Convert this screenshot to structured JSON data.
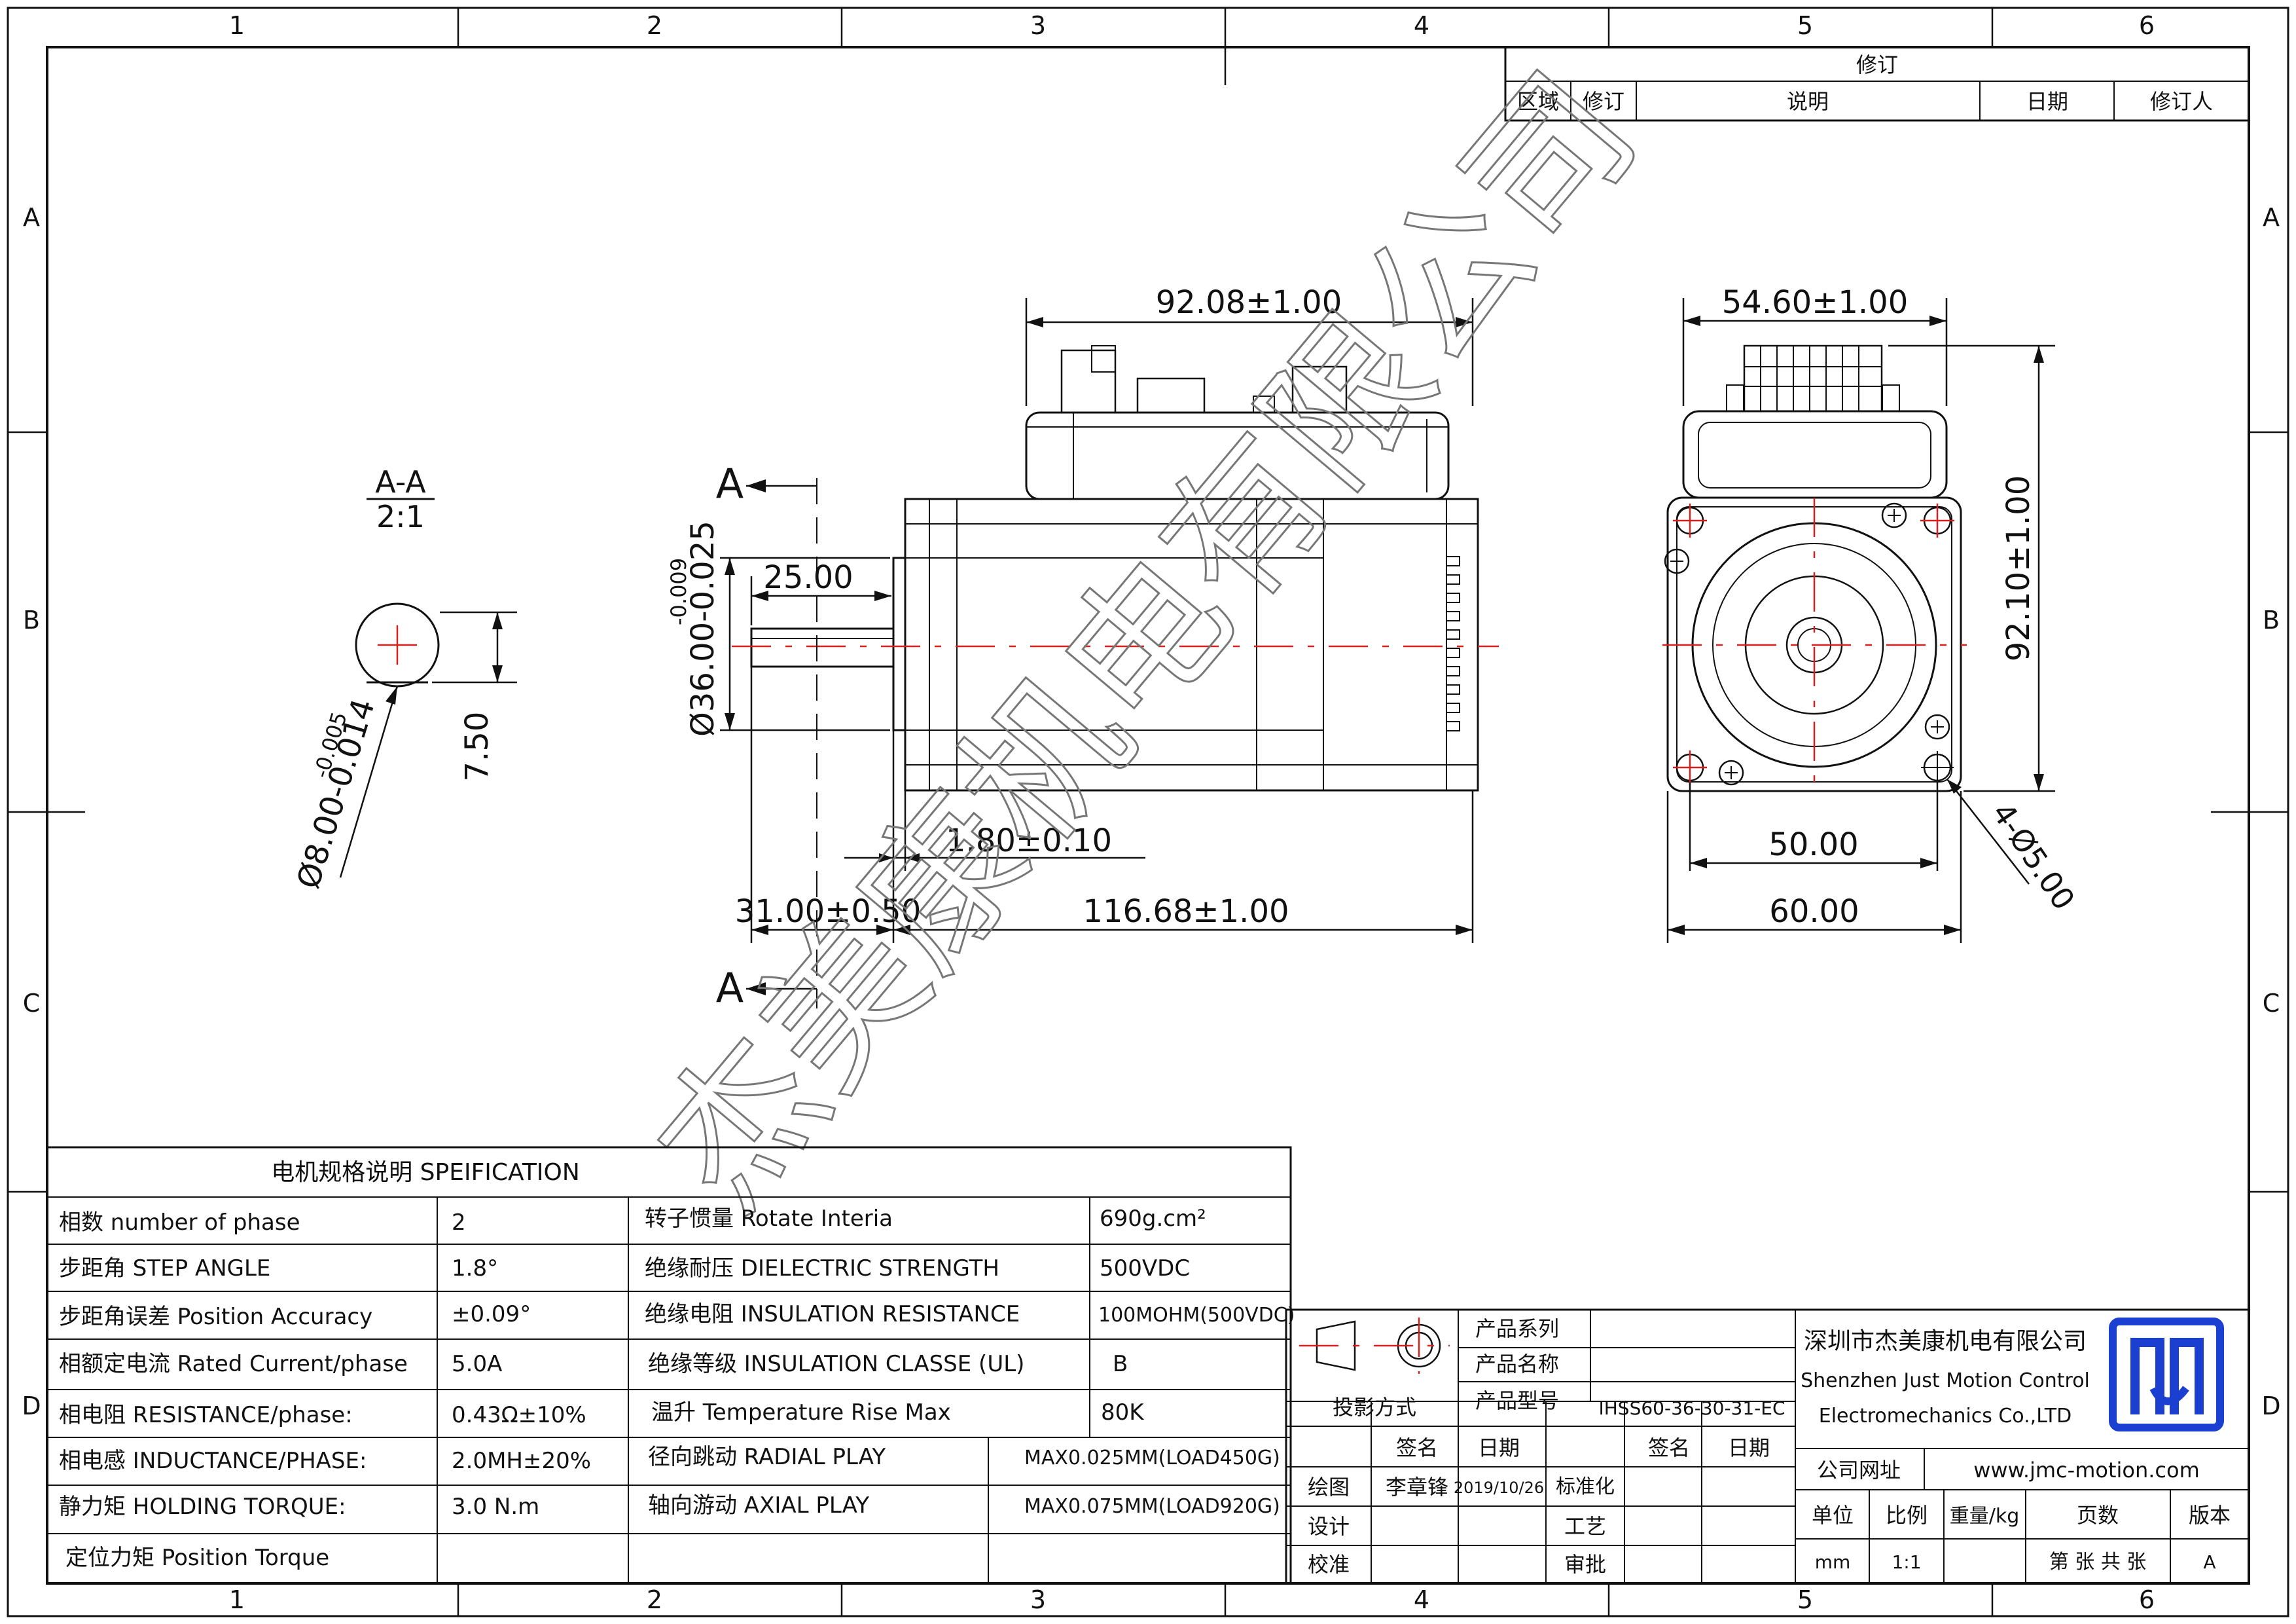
{
  "frame": {
    "col_labels": [
      "1",
      "2",
      "3",
      "4",
      "5",
      "6"
    ],
    "row_labels": [
      "A",
      "B",
      "C",
      "D"
    ]
  },
  "revision": {
    "title": "修订",
    "headers": [
      "区域",
      "修订",
      "说明",
      "日期",
      "修订人"
    ]
  },
  "dimensions": {
    "body_length": "92.08±1.00",
    "total_length": "116.68±1.00",
    "shaft_length": "31.00±0.50",
    "flange_thickness": "1.80±0.10",
    "shaft_flat": "25.00",
    "pilot_diameter": "Ø36.00-0.025",
    "pilot_tol_upper": "-0.009",
    "width": "54.60±1.00",
    "height": "92.10±1.00",
    "hole_pitch": "50.00",
    "flange_size": "60.00",
    "holes": "4-Ø5.00",
    "section_flat": "7.50",
    "shaft_diameter": "Ø8.00-0.014",
    "shaft_tol_upper": "-0.005"
  },
  "section": {
    "name": "A-A",
    "scale": "2:1",
    "marker": "A"
  },
  "watermark": "杰美康机电有限公司",
  "spec": {
    "title": "电机规格说明 SPEIFICATION",
    "rows": [
      [
        "相数 number of phase",
        "2",
        "转子惯量 Rotate Interia",
        "690g.cm²"
      ],
      [
        "步距角 STEP ANGLE",
        "1.8°",
        "绝缘耐压 DIELECTRIC STRENGTH",
        "500VDC"
      ],
      [
        "步距角误差 Position Accuracy",
        "±0.09°",
        "绝缘电阻 INSULATION RESISTANCE",
        "100MOHM(500VDC)"
      ],
      [
        "相额定电流 Rated Current/phase",
        "5.0A",
        "绝缘等级 INSULATION CLASSE (UL)",
        "B"
      ],
      [
        "相电阻 RESISTANCE/phase:",
        "0.43Ω±10%",
        "温升 Temperature Rise Max",
        "80K"
      ],
      [
        "相电感 INDUCTANCE/PHASE:",
        "2.0MH±20%",
        "径向跳动 RADIAL PLAY",
        "MAX0.025MM(LOAD450G)"
      ],
      [
        "静力矩 HOLDING TORQUE:",
        "3.0 N.m",
        "轴向游动 AXIAL PLAY",
        "MAX0.075MM(LOAD920G)"
      ],
      [
        "定位力矩 Position Torque",
        "",
        "",
        ""
      ]
    ]
  },
  "title_block": {
    "product_series_label": "产品系列",
    "product_name_label": "产品名称",
    "projection_label": "投影方式",
    "product_model_label": "产品型号",
    "product_model": "IHSS60-36-30-31-EC",
    "sign_label": "签名",
    "date_label": "日期",
    "sign_label2": "签名",
    "date_label2": "日期",
    "drawn_label": "绘图",
    "drawn_by": "李章锋",
    "drawn_date": "2019/10/26",
    "std_label": "标准化",
    "design_label": "设计",
    "craft_label": "工艺",
    "check_label": "校准",
    "approve_label": "审批",
    "company_cn": "深圳市杰美康机电有限公司",
    "company_en1": "Shenzhen Just Motion Control",
    "company_en2": "Electromechanics Co.,LTD",
    "website_label": "公司网址",
    "website": "www.jmc-motion.com",
    "unit_label": "单位",
    "scale_label": "比例",
    "weight_label": "重量/kg",
    "pages_label": "页数",
    "version_label": "版本",
    "unit": "mm",
    "scale": "1:1",
    "pages": "第 张 共 张",
    "version": "A"
  }
}
